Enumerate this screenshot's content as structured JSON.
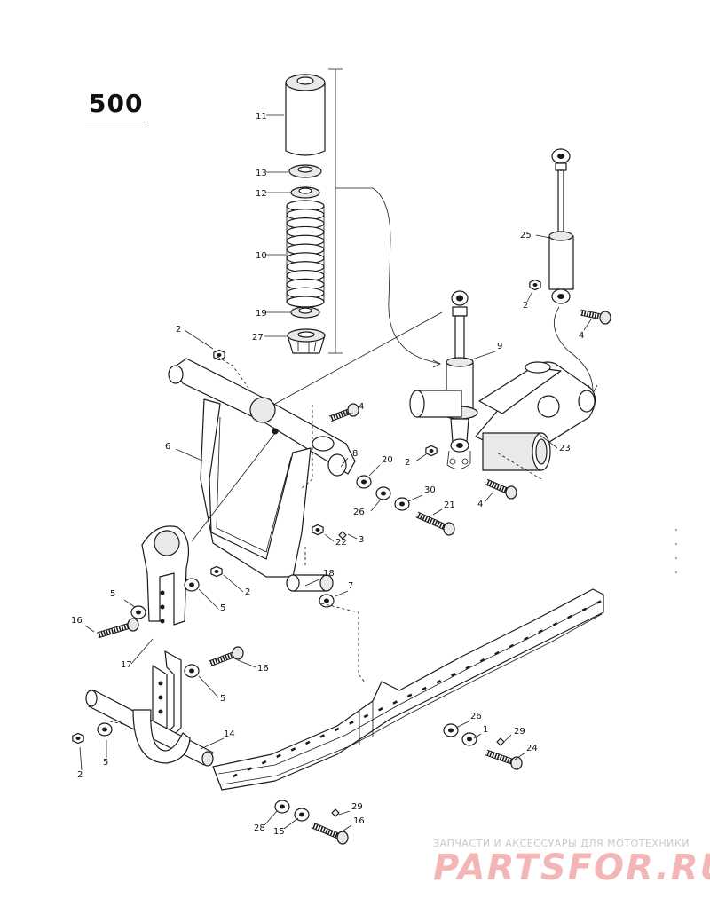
{
  "diagram": {
    "number": "500",
    "callouts": [
      "1",
      "2",
      "3",
      "4",
      "5",
      "6",
      "7",
      "8",
      "9",
      "10",
      "11",
      "12",
      "13",
      "14",
      "15",
      "16",
      "17",
      "18",
      "19",
      "20",
      "21",
      "22",
      "23",
      "24",
      "25",
      "26",
      "27",
      "28",
      "29",
      "30"
    ]
  },
  "watermark": {
    "caption": "ЗАПЧАСТИ И АКСЕССУАРЫ ДЛЯ МОТОТЕХНИКИ",
    "brand": "PARTSFOR.RU"
  }
}
